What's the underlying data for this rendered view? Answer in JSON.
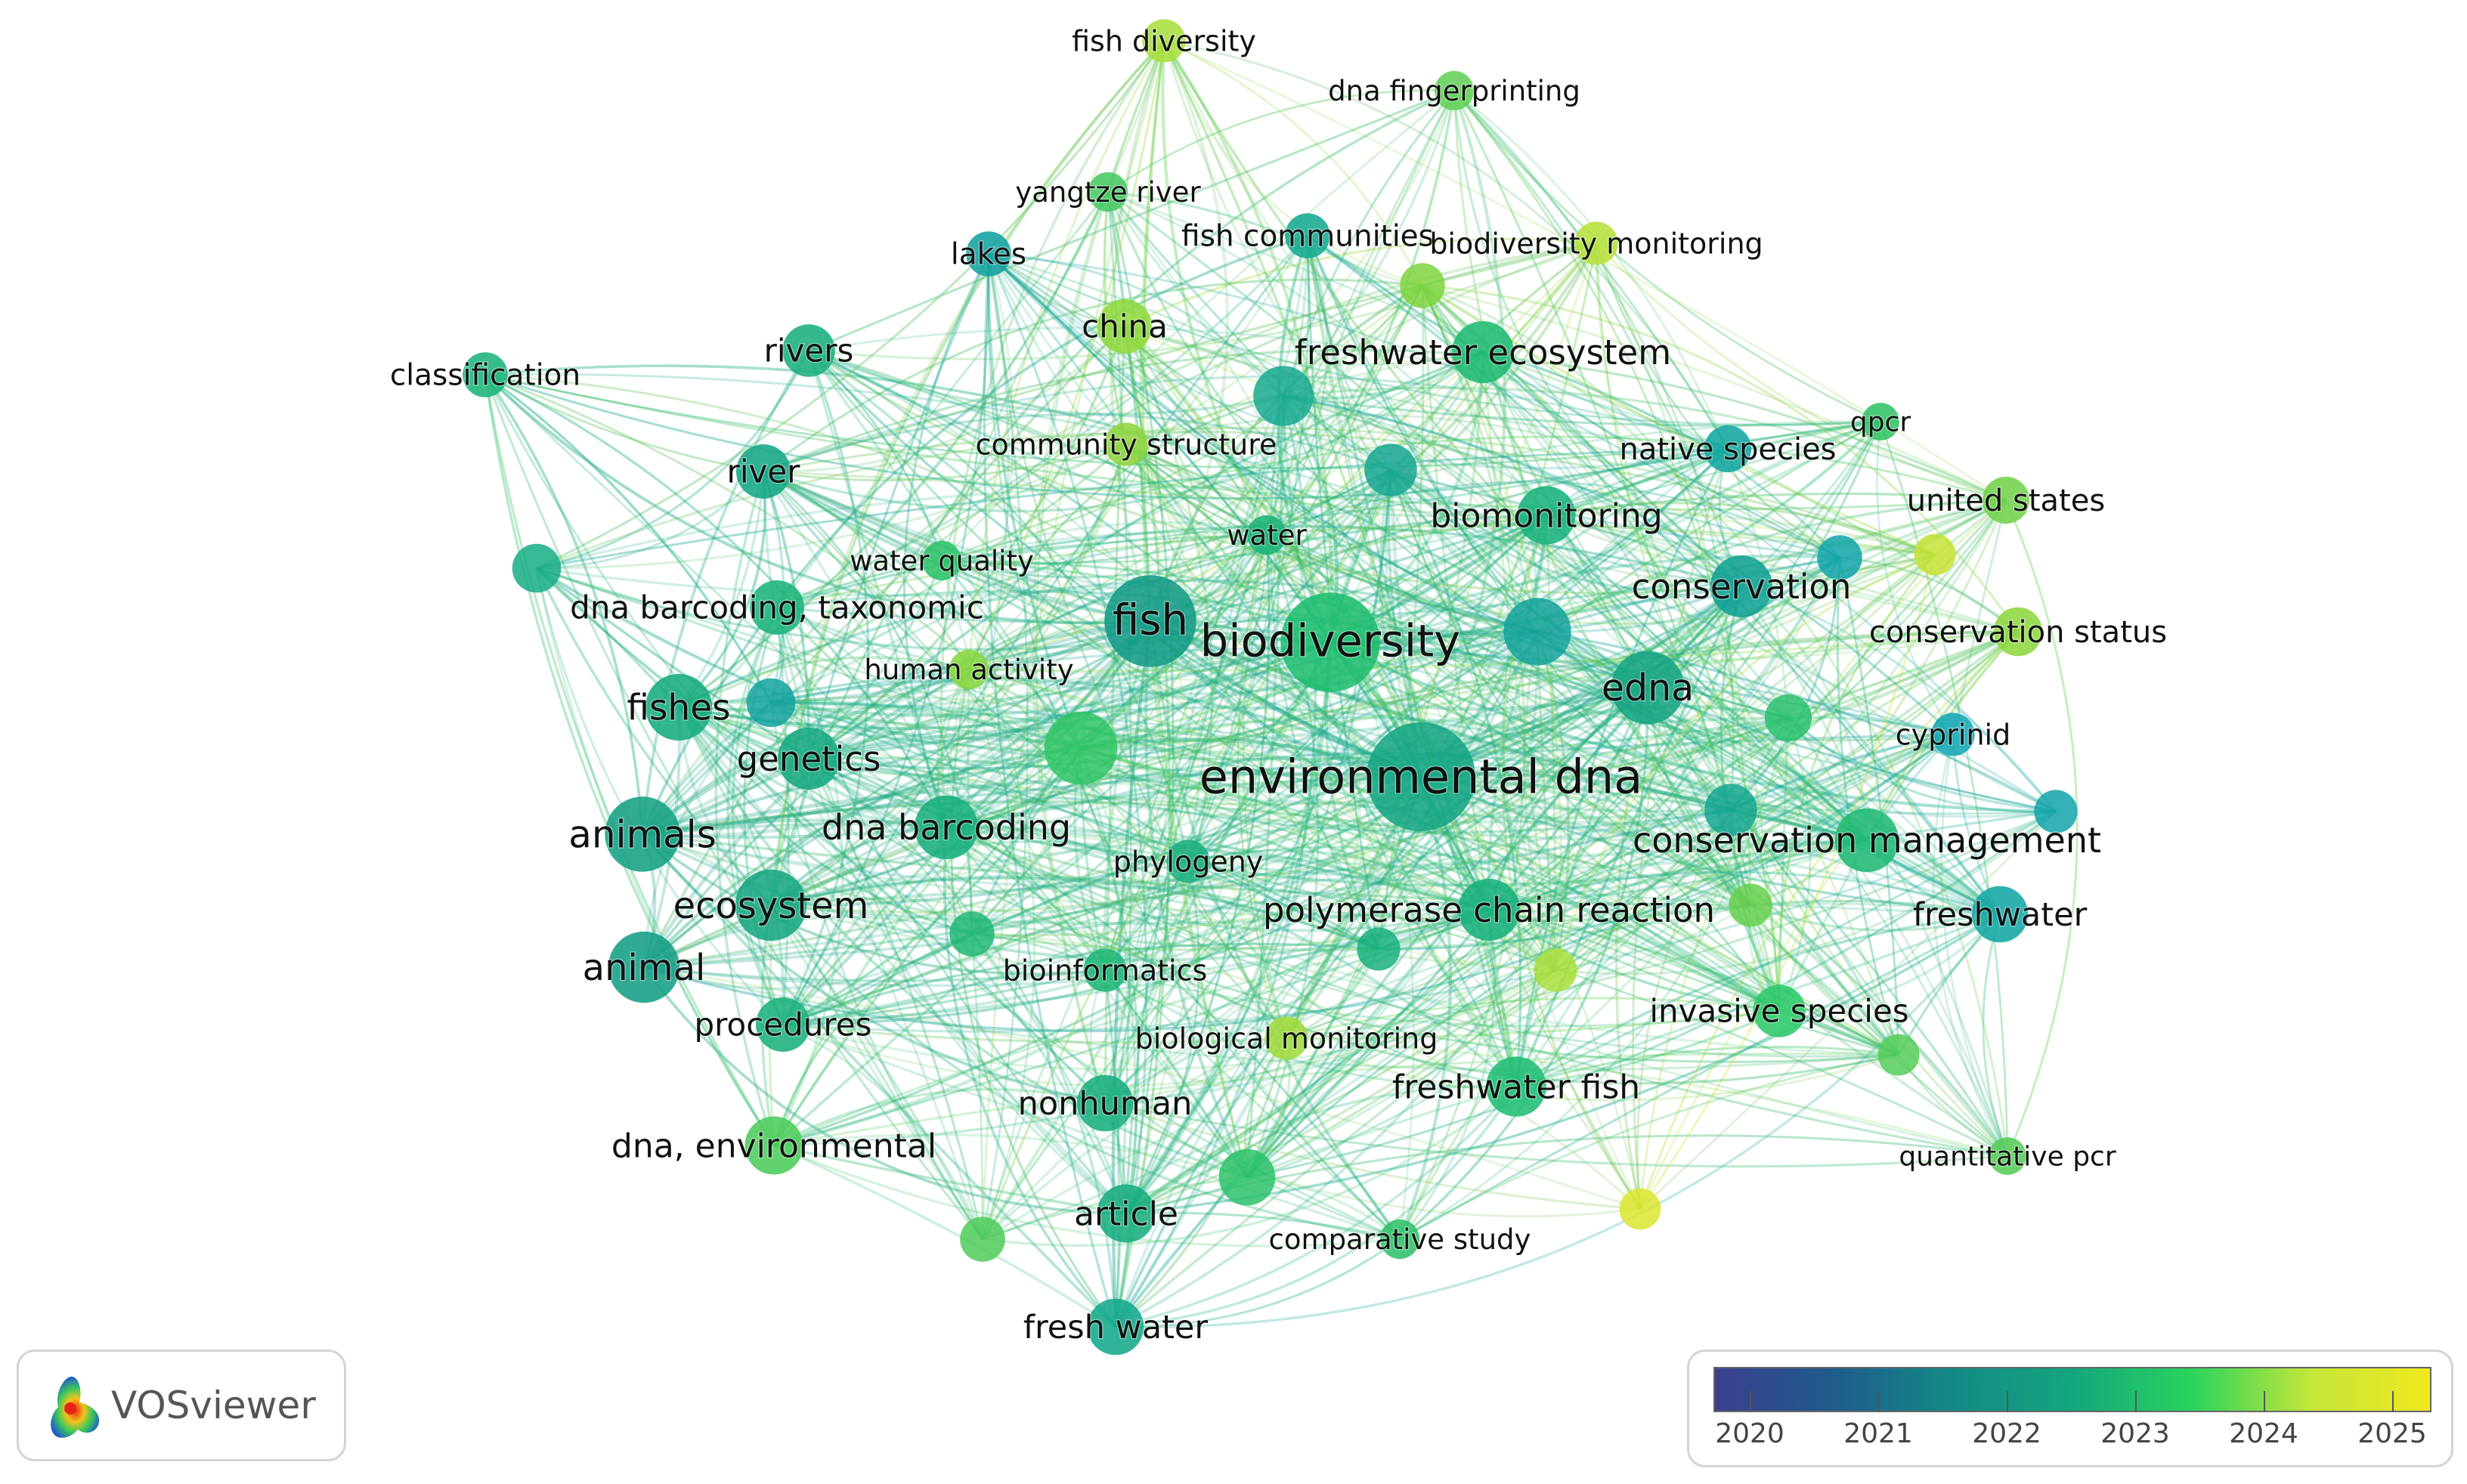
{
  "app": {
    "name": "VOSviewer"
  },
  "legend": {
    "years": [
      "2020",
      "2021",
      "2022",
      "2023",
      "2024",
      "2025"
    ],
    "gradient_colors": [
      "#3b3f8f",
      "#1f5c8c",
      "#138a86",
      "#14a67e",
      "#29d35c",
      "#c4e63a",
      "#f0e81e"
    ]
  },
  "nodes": [
    {
      "label": "environmental dna",
      "size": 1.0,
      "color": "#14a583"
    },
    {
      "label": "biodiversity",
      "size": 0.9,
      "color": "#1fbd70"
    },
    {
      "label": "fish",
      "size": 0.82,
      "color": "#139b86"
    },
    {
      "label": "edna",
      "size": 0.62,
      "color": "#17a482"
    },
    {
      "label": "animals",
      "size": 0.64,
      "color": "#14a083"
    },
    {
      "label": "animal",
      "size": 0.6,
      "color": "#159e85"
    },
    {
      "label": "ecosystem",
      "size": 0.6,
      "color": "#17a681"
    },
    {
      "label": "fishes",
      "size": 0.55,
      "color": "#17ab80"
    },
    {
      "label": "genetics",
      "size": 0.5,
      "color": "#17a981"
    },
    {
      "label": "dna barcoding",
      "size": 0.52,
      "color": "#18ae7e"
    },
    {
      "label": "conservation management",
      "size": 0.52,
      "color": "#20b875"
    },
    {
      "label": "polymerase chain reaction",
      "size": 0.5,
      "color": "#18b07c"
    },
    {
      "label": "freshwater ecosystem",
      "size": 0.5,
      "color": "#1fb974"
    },
    {
      "label": "biomonitoring",
      "size": 0.46,
      "color": "#19b27b"
    },
    {
      "label": "conservation",
      "size": 0.5,
      "color": "#11a094"
    },
    {
      "label": "freshwater",
      "size": 0.44,
      "color": "#12a7a4"
    },
    {
      "label": "invasive species",
      "size": 0.4,
      "color": "#2ec96a"
    },
    {
      "label": "freshwater fish",
      "size": 0.48,
      "color": "#1fbd73"
    },
    {
      "label": "nonhuman",
      "size": 0.44,
      "color": "#19ad7f"
    },
    {
      "label": "article",
      "size": 0.46,
      "color": "#18ac80"
    },
    {
      "label": "fresh water",
      "size": 0.44,
      "color": "#13a88a"
    },
    {
      "label": "procedures",
      "size": 0.42,
      "color": "#1bb17b"
    },
    {
      "label": "dna, environmental",
      "size": 0.46,
      "color": "#4ccc5a"
    },
    {
      "label": "dna barcoding, taxonomic",
      "size": 0.42,
      "color": "#1cb47a"
    },
    {
      "label": "river",
      "size": 0.42,
      "color": "#15a685"
    },
    {
      "label": "rivers",
      "size": 0.4,
      "color": "#1aae80"
    },
    {
      "label": "china",
      "size": 0.42,
      "color": "#8fd83c"
    },
    {
      "label": "lakes",
      "size": 0.32,
      "color": "#12a0a0"
    },
    {
      "label": "fish communities",
      "size": 0.32,
      "color": "#16a88f"
    },
    {
      "label": "biodiversity monitoring",
      "size": 0.3,
      "color": "#b6e03a"
    },
    {
      "label": "fish diversity",
      "size": 0.3,
      "color": "#a8de3c"
    },
    {
      "label": "dna fingerprinting",
      "size": 0.26,
      "color": "#62cf55"
    },
    {
      "label": "yangtze river",
      "size": 0.26,
      "color": "#46c861"
    },
    {
      "label": "classification",
      "size": 0.32,
      "color": "#1cb47a"
    },
    {
      "label": "community structure",
      "size": 0.3,
      "color": "#8ed53f"
    },
    {
      "label": "water",
      "size": 0.26,
      "color": "#1bb37a"
    },
    {
      "label": "water quality",
      "size": 0.26,
      "color": "#2ec169"
    },
    {
      "label": "human activity",
      "size": 0.26,
      "color": "#88d63f"
    },
    {
      "label": "phylogeny",
      "size": 0.3,
      "color": "#1cae80"
    },
    {
      "label": "bioinformatics",
      "size": 0.3,
      "color": "#1fb676"
    },
    {
      "label": "biological monitoring",
      "size": 0.3,
      "color": "#9fdb3b"
    },
    {
      "label": "comparative study",
      "size": 0.26,
      "color": "#2fc068"
    },
    {
      "label": "native species",
      "size": 0.34,
      "color": "#12a6a2"
    },
    {
      "label": "qpcr",
      "size": 0.24,
      "color": "#31c264"
    },
    {
      "label": "united states",
      "size": 0.34,
      "color": "#71d24a"
    },
    {
      "label": "conservation status",
      "size": 0.36,
      "color": "#8dd63e"
    },
    {
      "label": "cyprinid",
      "size": 0.3,
      "color": "#12a6b4"
    },
    {
      "label": "quantitative pcr",
      "size": 0.24,
      "color": "#56cb59"
    }
  ],
  "unlabeled_nodes": [
    {
      "size": 0.62,
      "color": "#2fc464"
    },
    {
      "size": 0.56,
      "color": "#14a29a"
    },
    {
      "size": 0.48,
      "color": "#16a88f"
    },
    {
      "size": 0.44,
      "color": "#2bc16a"
    },
    {
      "size": 0.4,
      "color": "#16a690"
    },
    {
      "size": 0.4,
      "color": "#14a590"
    },
    {
      "size": 0.36,
      "color": "#17ad85"
    },
    {
      "size": 0.36,
      "color": "#13a29c"
    },
    {
      "size": 0.34,
      "color": "#29c06c"
    },
    {
      "size": 0.32,
      "color": "#11a3a8"
    },
    {
      "size": 0.32,
      "color": "#7ed340"
    },
    {
      "size": 0.32,
      "color": "#20b776"
    },
    {
      "size": 0.32,
      "color": "#4fca5a"
    },
    {
      "size": 0.3,
      "color": "#12a3aa"
    },
    {
      "size": 0.3,
      "color": "#a9de3b"
    },
    {
      "size": 0.3,
      "color": "#67cf4e"
    },
    {
      "size": 0.3,
      "color": "#18b07c"
    },
    {
      "size": 0.28,
      "color": "#c5e235"
    },
    {
      "size": 0.28,
      "color": "#dbe52e"
    },
    {
      "size": 0.28,
      "color": "#55cb58"
    }
  ]
}
